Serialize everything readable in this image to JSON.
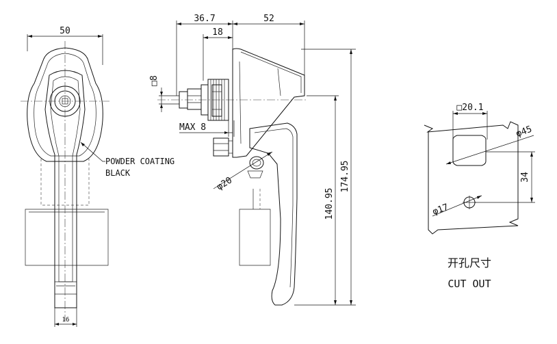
{
  "front_view": {
    "width_dim": "50",
    "bottom_dim": "16",
    "finish_note_line1": "POWDER COATING",
    "finish_note_line2": "BLACK"
  },
  "side_view": {
    "dim_36_7": "36.7",
    "dim_18": "18",
    "dim_52": "52",
    "square_dim": "□8",
    "max_dim": "MAX 8",
    "dia_20": "φ20",
    "dim_140_95": "140.95",
    "dim_174_95": "174.95"
  },
  "cutout": {
    "square_dim": "□20.1",
    "dia_45": "φ45",
    "dim_34": "34",
    "dia_17": "φ17",
    "title_cn": "开孔尺寸",
    "title_en": "CUT OUT"
  }
}
